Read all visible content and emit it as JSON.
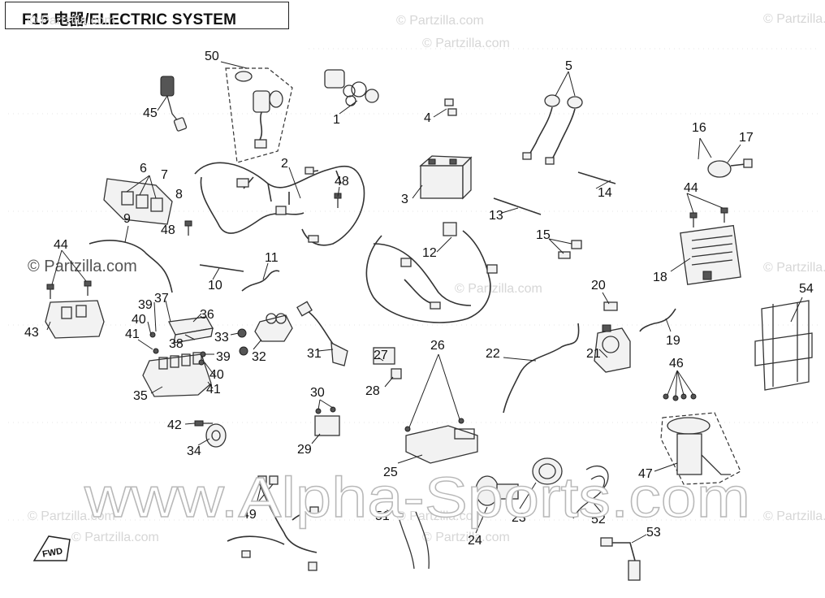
{
  "title": "F15 电器/ELECTRIC SYSTEM",
  "watermark": {
    "small": "© Partzilla.com",
    "big": "www.Alpha-Sports.com"
  },
  "direction_marker": "FWD",
  "callouts": [
    "50",
    "45",
    "1",
    "5",
    "4",
    "2",
    "48",
    "3",
    "16",
    "17",
    "6",
    "7",
    "8",
    "9",
    "48",
    "14",
    "13",
    "44",
    "44",
    "15",
    "12",
    "11",
    "10",
    "18",
    "54",
    "20",
    "39",
    "37",
    "36",
    "43",
    "40",
    "38",
    "33",
    "32",
    "31",
    "19",
    "41",
    "39",
    "27",
    "22",
    "21",
    "40",
    "35",
    "41",
    "28",
    "26",
    "46",
    "30",
    "42",
    "29",
    "34",
    "25",
    "47",
    "49",
    "23",
    "52",
    "51",
    "24",
    "53"
  ],
  "colors": {
    "line": "#333333",
    "watermark": "#d6d6d6",
    "background": "#ffffff"
  }
}
